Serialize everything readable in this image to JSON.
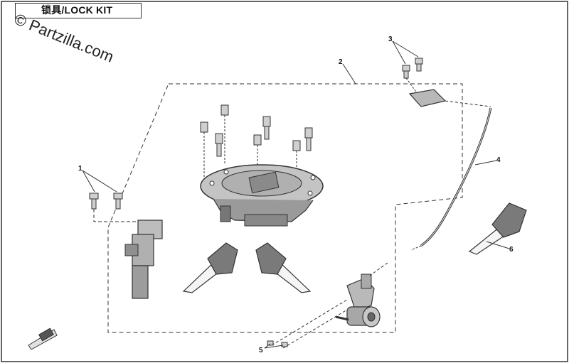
{
  "title": "锁具/LOCK KIT",
  "watermark": "© Partzilla.com",
  "callouts": {
    "p1": "1",
    "p2": "2",
    "p3": "3",
    "p4": "4",
    "p5": "5",
    "p6": "6"
  },
  "colors": {
    "line": "#222222",
    "part_fill": "#bfbfbf",
    "part_dark": "#6a6a6a"
  }
}
